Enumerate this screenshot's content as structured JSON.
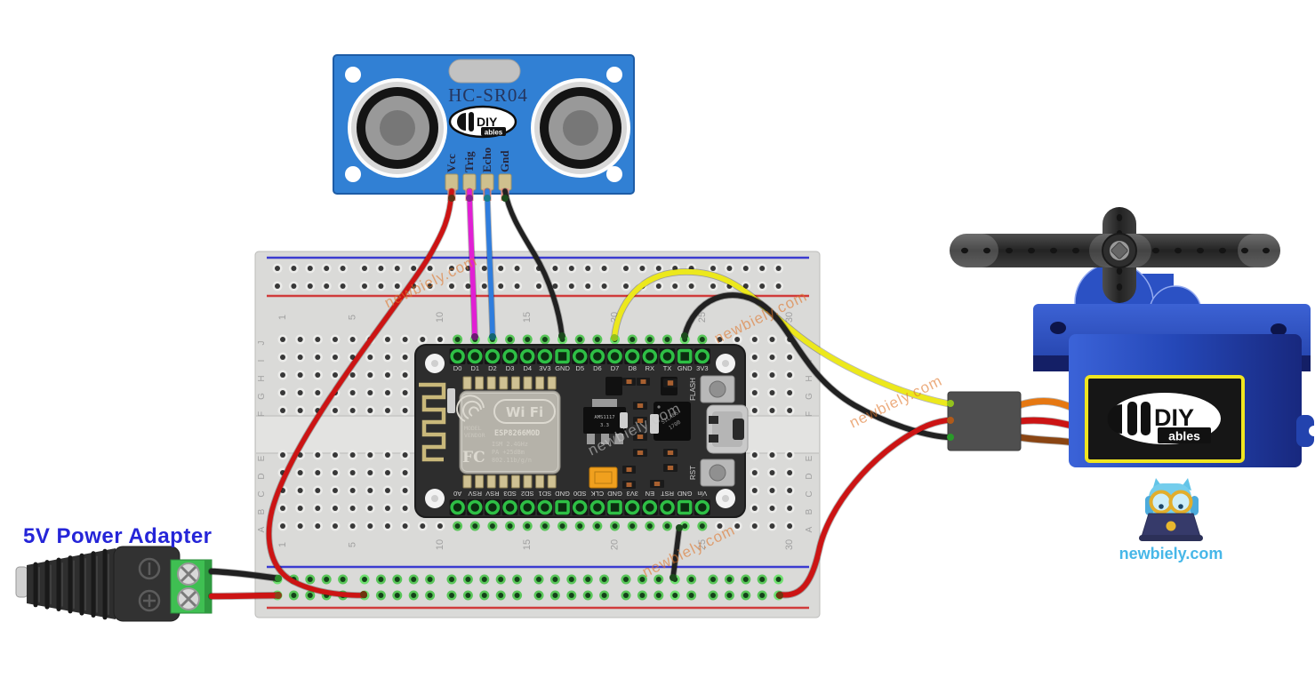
{
  "power_adapter": {
    "label": "5V Power Adapter",
    "label_color": "#2525d8",
    "terminal_symbols": [
      "minus-circle",
      "plus-circle"
    ]
  },
  "site_logo": {
    "text": "newbiely.com",
    "color": "#47b7e8"
  },
  "watermark": {
    "text": "newbiely.com",
    "color_on_light": "#e0762a",
    "color_on_dark": "#c9c9c9"
  },
  "sensor": {
    "name": "HC-SR04",
    "brand_top": "DIY",
    "brand_bottom": "ables",
    "pins": [
      "Vcc",
      "Trig",
      "Echo",
      "Gnd"
    ],
    "board_color": "#3180d4"
  },
  "nodemcu": {
    "top_pins": [
      "D0",
      "D1",
      "D2",
      "D3",
      "D4",
      "3V3",
      "GND",
      "D5",
      "D6",
      "D7",
      "D8",
      "RX",
      "TX",
      "GND",
      "3V3"
    ],
    "bottom_pins": [
      "A0",
      "RSV",
      "RSV",
      "SD3",
      "SD2",
      "SD1",
      "GND",
      "SD0",
      "CLK",
      "GND",
      "3V3",
      "EN",
      "RST",
      "GND",
      "Vin"
    ],
    "module": {
      "wifi_logo": "Wi Fi",
      "model_line1": "MODEL",
      "model_line2": "VENDOR",
      "name": "ESP8266MOD",
      "fcc": "FC",
      "specs": [
        "ISM 2.4GHz",
        "PA  +25dBm",
        "802.11b/g/n"
      ]
    },
    "regulator": {
      "line1": "AMS1117",
      "line2": "3.3"
    },
    "usb_chip": {
      "line1": "SILABS",
      "line2": "170B"
    },
    "buttons": [
      "FLASH",
      "RST"
    ]
  },
  "breadboard": {
    "column_numbers": [
      "1",
      "5",
      "10",
      "15",
      "20",
      "25",
      "30"
    ],
    "row_letters_top": [
      "J",
      "I",
      "H",
      "G",
      "F"
    ],
    "row_letters_bottom": [
      "E",
      "D",
      "C",
      "B",
      "A"
    ],
    "rail_blue": "#3b3bd0",
    "rail_red": "#d03b3b"
  },
  "servo": {
    "brand_top": "DIY",
    "brand_bottom": "ables",
    "body_color": "#2548b8",
    "label_border": "#f0e520"
  },
  "wires": [
    {
      "id": "sensor-vcc",
      "color": "red",
      "hex": "#cc1414",
      "from": "HC-SR04 Vcc",
      "to": "breadboard positive rail (bottom)"
    },
    {
      "id": "sensor-trig",
      "color": "magenta",
      "hex": "#e11fd4",
      "from": "HC-SR04 Trig",
      "to": "NodeMCU D1"
    },
    {
      "id": "sensor-echo",
      "color": "blue",
      "hex": "#2f7ddd",
      "from": "HC-SR04 Echo",
      "to": "NodeMCU D2"
    },
    {
      "id": "sensor-gnd",
      "color": "black",
      "hex": "#212121",
      "from": "HC-SR04 Gnd",
      "to": "NodeMCU GND"
    },
    {
      "id": "servo-signal",
      "color": "yellow",
      "hex": "#ece81c",
      "from": "NodeMCU D7",
      "to": "servo connector"
    },
    {
      "id": "servo-gnd",
      "color": "black",
      "hex": "#212121",
      "from": "NodeMCU GND",
      "to": "servo connector"
    },
    {
      "id": "servo-power",
      "color": "red",
      "hex": "#cc1414",
      "from": "breadboard positive rail",
      "to": "servo connector"
    },
    {
      "id": "gnd-jumper",
      "color": "black",
      "hex": "#212121",
      "from": "NodeMCU GND (bottom)",
      "to": "breadboard negative rail"
    },
    {
      "id": "psu-negative",
      "color": "black",
      "hex": "#212121",
      "from": "power adapter -",
      "to": "breadboard negative rail"
    },
    {
      "id": "psu-positive",
      "color": "red",
      "hex": "#cc1414",
      "from": "power adapter +",
      "to": "breadboard positive rail"
    },
    {
      "id": "servo-lead-orange",
      "color": "orange",
      "hex": "#e67812",
      "from": "servo connector",
      "to": "servo motor"
    },
    {
      "id": "servo-lead-red",
      "color": "red",
      "hex": "#cc1414",
      "from": "servo connector",
      "to": "servo motor"
    },
    {
      "id": "servo-lead-brown",
      "color": "brown",
      "hex": "#8a4513",
      "from": "servo connector",
      "to": "servo motor"
    }
  ]
}
